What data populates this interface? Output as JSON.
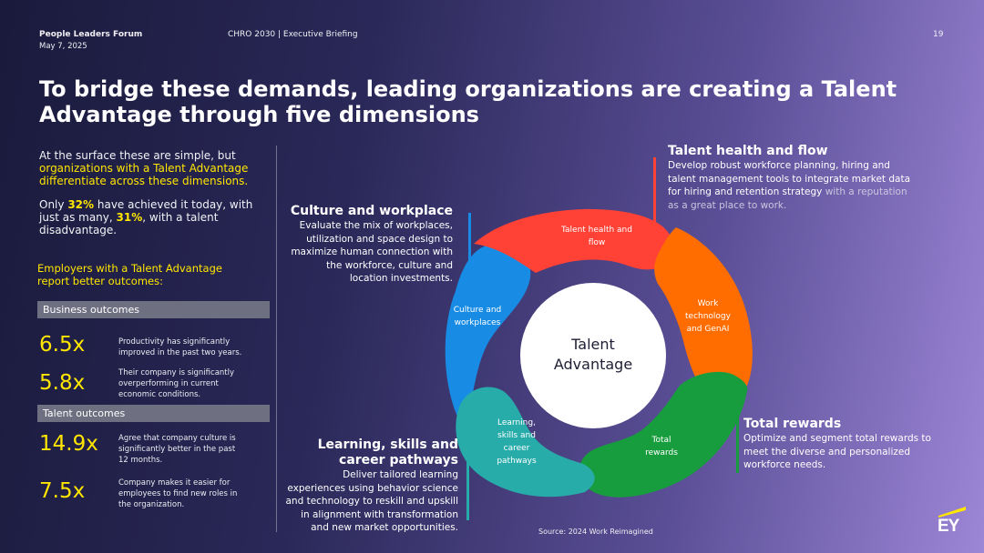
{
  "header": {
    "forum": "People Leaders Forum",
    "date": "May 7, 2025",
    "briefing": "CHRO 2030 | Executive Briefing",
    "page_number": "19"
  },
  "title_line1": "To bridge these demands, leading organizations are creating a Talent",
  "title_line2": "Advantage through five dimensions",
  "intro": {
    "line1": "At the surface these are simple, but",
    "highlight_line1": "organizations with a Talent Advantage",
    "highlight_line2": "differentiate across these dimensions.",
    "only": "Only ",
    "pct1": "32%",
    "after_pct1": " have achieved it today, with",
    "just_as_many": "just as many, ",
    "pct2": "31%",
    "after_pct2": ", with a talent",
    "disadvantage": "disadvantage."
  },
  "employers_line1": "Employers with a Talent Advantage",
  "employers_line2": "report better outcomes:",
  "business": {
    "heading": "Business outcomes",
    "items": [
      {
        "value": "6.5x",
        "line1": "Productivity has significantly",
        "line2": "improved in the past two years.",
        "line3": ""
      },
      {
        "value": "5.8x",
        "line1": "Their company is significantly",
        "line2": "overperforming in current",
        "line3": "economic conditions."
      }
    ]
  },
  "talent": {
    "heading": "Talent outcomes",
    "items": [
      {
        "value": "14.9x",
        "line1": "Agree that company culture is",
        "line2": "significantly better in the past",
        "line3": "12 months."
      },
      {
        "value": "7.5x",
        "line1": "Company makes it easier for",
        "line2": "employees to find new roles in",
        "line3": "the organization."
      }
    ]
  },
  "diagram": {
    "center_line1": "Talent",
    "center_line2": "Advantage",
    "segments": {
      "health": {
        "line1": "Talent health and",
        "line2": "flow",
        "color": "#ff4136"
      },
      "work": {
        "line1": "Work",
        "line2": "technology",
        "line3": "and GenAI",
        "color": "#ff6d00"
      },
      "rewards": {
        "line1": "Total",
        "line2": "rewards",
        "color": "#189d3e"
      },
      "learning": {
        "line1": "Learning,",
        "line2": "skills and",
        "line3": "career",
        "line4": "pathways",
        "color": "#27acaa"
      },
      "culture": {
        "line1": "Culture and",
        "line2": "workplaces",
        "color": "#188ce5"
      }
    }
  },
  "labels": {
    "health": {
      "title": "Talent health and flow",
      "l1": "Develop robust workforce planning, hiring and",
      "l2": "talent management tools to integrate market data",
      "l3a": "for hiring and retention strategy",
      "l3b": " with a reputation",
      "l4": "as a great place to work."
    },
    "culture": {
      "title": "Culture and workplace",
      "l1": "Evaluate the mix of workplaces,",
      "l2": "utilization and space design to",
      "l3": "maximize human connection with",
      "l4": "the workforce, culture and",
      "l5": "location investments."
    },
    "rewards": {
      "title": "Total rewards",
      "l1": "Optimize and segment total rewards to",
      "l2": "meet the diverse and personalized",
      "l3": "workforce needs."
    },
    "learning": {
      "title1": "Learning, skills and",
      "title2": "career pathways",
      "l1": "Deliver tailored learning",
      "l2": "experiences using behavior science",
      "l3": "and technology to reskill and upskill",
      "l4": "in alignment with transformation",
      "l5": "and new market opportunities."
    }
  },
  "source": "Source: 2024 Work Reimagined",
  "logo": {
    "text": "EY",
    "beam_color": "#ffe600"
  },
  "colors": {
    "accent_yellow": "#ffe600",
    "section_gray": "#6f6f82"
  }
}
